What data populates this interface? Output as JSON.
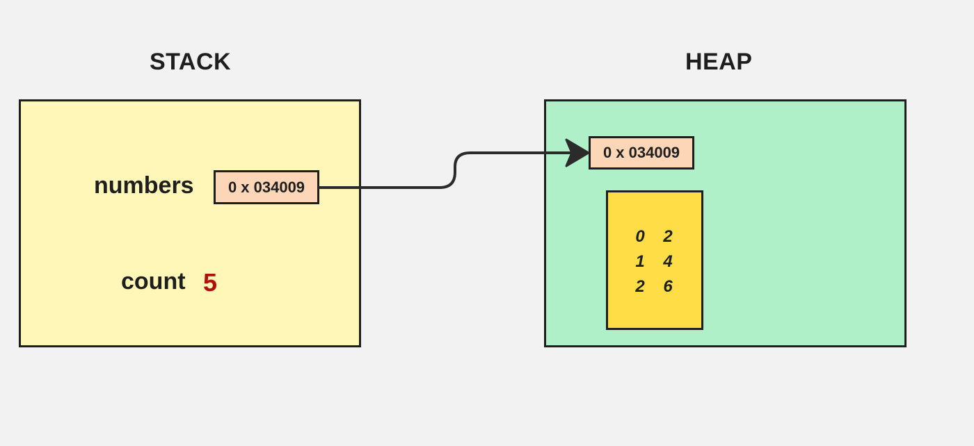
{
  "stack": {
    "title": "STACK",
    "numbers_label": "numbers",
    "numbers_address": "0 x 034009",
    "count_label": "count",
    "count_value": "5"
  },
  "heap": {
    "title": "HEAP",
    "address": "0 x 034009",
    "array": [
      [
        "0",
        "2"
      ],
      [
        "1",
        "4"
      ],
      [
        "2",
        "6"
      ]
    ]
  },
  "colors": {
    "background": "#f2f2f2",
    "stack_fill": "#fff7b8",
    "heap_fill": "#b0f0c8",
    "address_fill": "#fcd6b6",
    "array_fill": "#ffdd47",
    "count_value": "#b30d0d",
    "stroke": "#1e1e1e"
  }
}
